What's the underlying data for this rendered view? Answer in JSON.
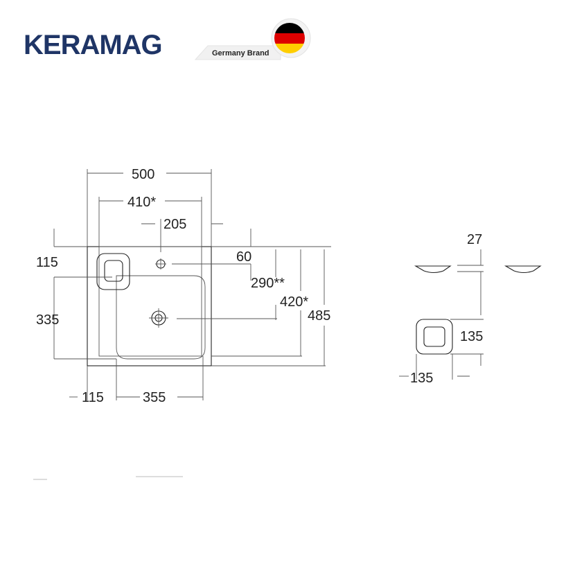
{
  "brand": {
    "name": "KERAMAG",
    "badge": "Germany Brand",
    "colors": {
      "brand": "#1f3566",
      "flag_black": "#000000",
      "flag_red": "#dd0000",
      "flag_gold": "#ffce00"
    }
  },
  "drawing": {
    "top_view": {
      "dims": {
        "width_total": "500",
        "width_inner": "410*",
        "tap_offset": "205",
        "top_margin_left": "115",
        "top_margin_right": "60",
        "depth_290": "290**",
        "depth_420": "420*",
        "depth_total": "485",
        "depth_335": "335",
        "bottom_left": "115",
        "bottom_width": "355"
      }
    },
    "side_view": {
      "dims": {
        "height": "27",
        "size_vertical": "135",
        "size_horizontal": "135"
      }
    }
  }
}
